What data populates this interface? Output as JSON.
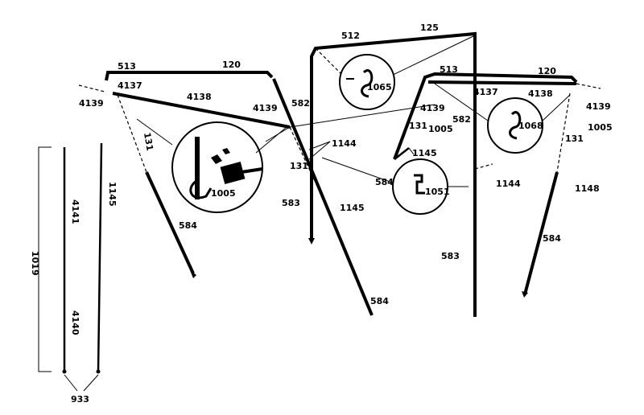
{
  "labels": {
    "l513_left": "513",
    "l120_left": "120",
    "l4137_left": "4137",
    "l4139_left": "4139",
    "l4138_left": "4138",
    "l4139_mid": "4139",
    "l131_left": "131",
    "l1005_left": "1005",
    "l584_left": "584",
    "l582_left": "582",
    "l1144_left": "1144",
    "l131_mid": "131",
    "l583_left": "583",
    "l1145_mid": "1145",
    "l584_center": "584",
    "l512": "512",
    "l125": "125",
    "l1065_top": "1065",
    "l513_right": "513",
    "l120_right": "120",
    "l4137_right": "4137",
    "l4138_right": "4138",
    "l4139_right_a": "4139",
    "l4139_right_b": "4139",
    "l131_right_a": "131",
    "l1005_right_a": "1005",
    "l582_right": "582",
    "l1068": "1068",
    "l1005_right_b": "1005",
    "l131_right_b": "131",
    "l1145_right": "1145",
    "l584_right_circle": "584",
    "l1051": "1051",
    "l1144_right": "1144",
    "l1148": "1148",
    "l583_right": "583",
    "l584_right": "584",
    "l1145_leftpole": "1145",
    "l4141": "4141",
    "l4140": "4140",
    "l1019": "1019",
    "l933": "933"
  }
}
